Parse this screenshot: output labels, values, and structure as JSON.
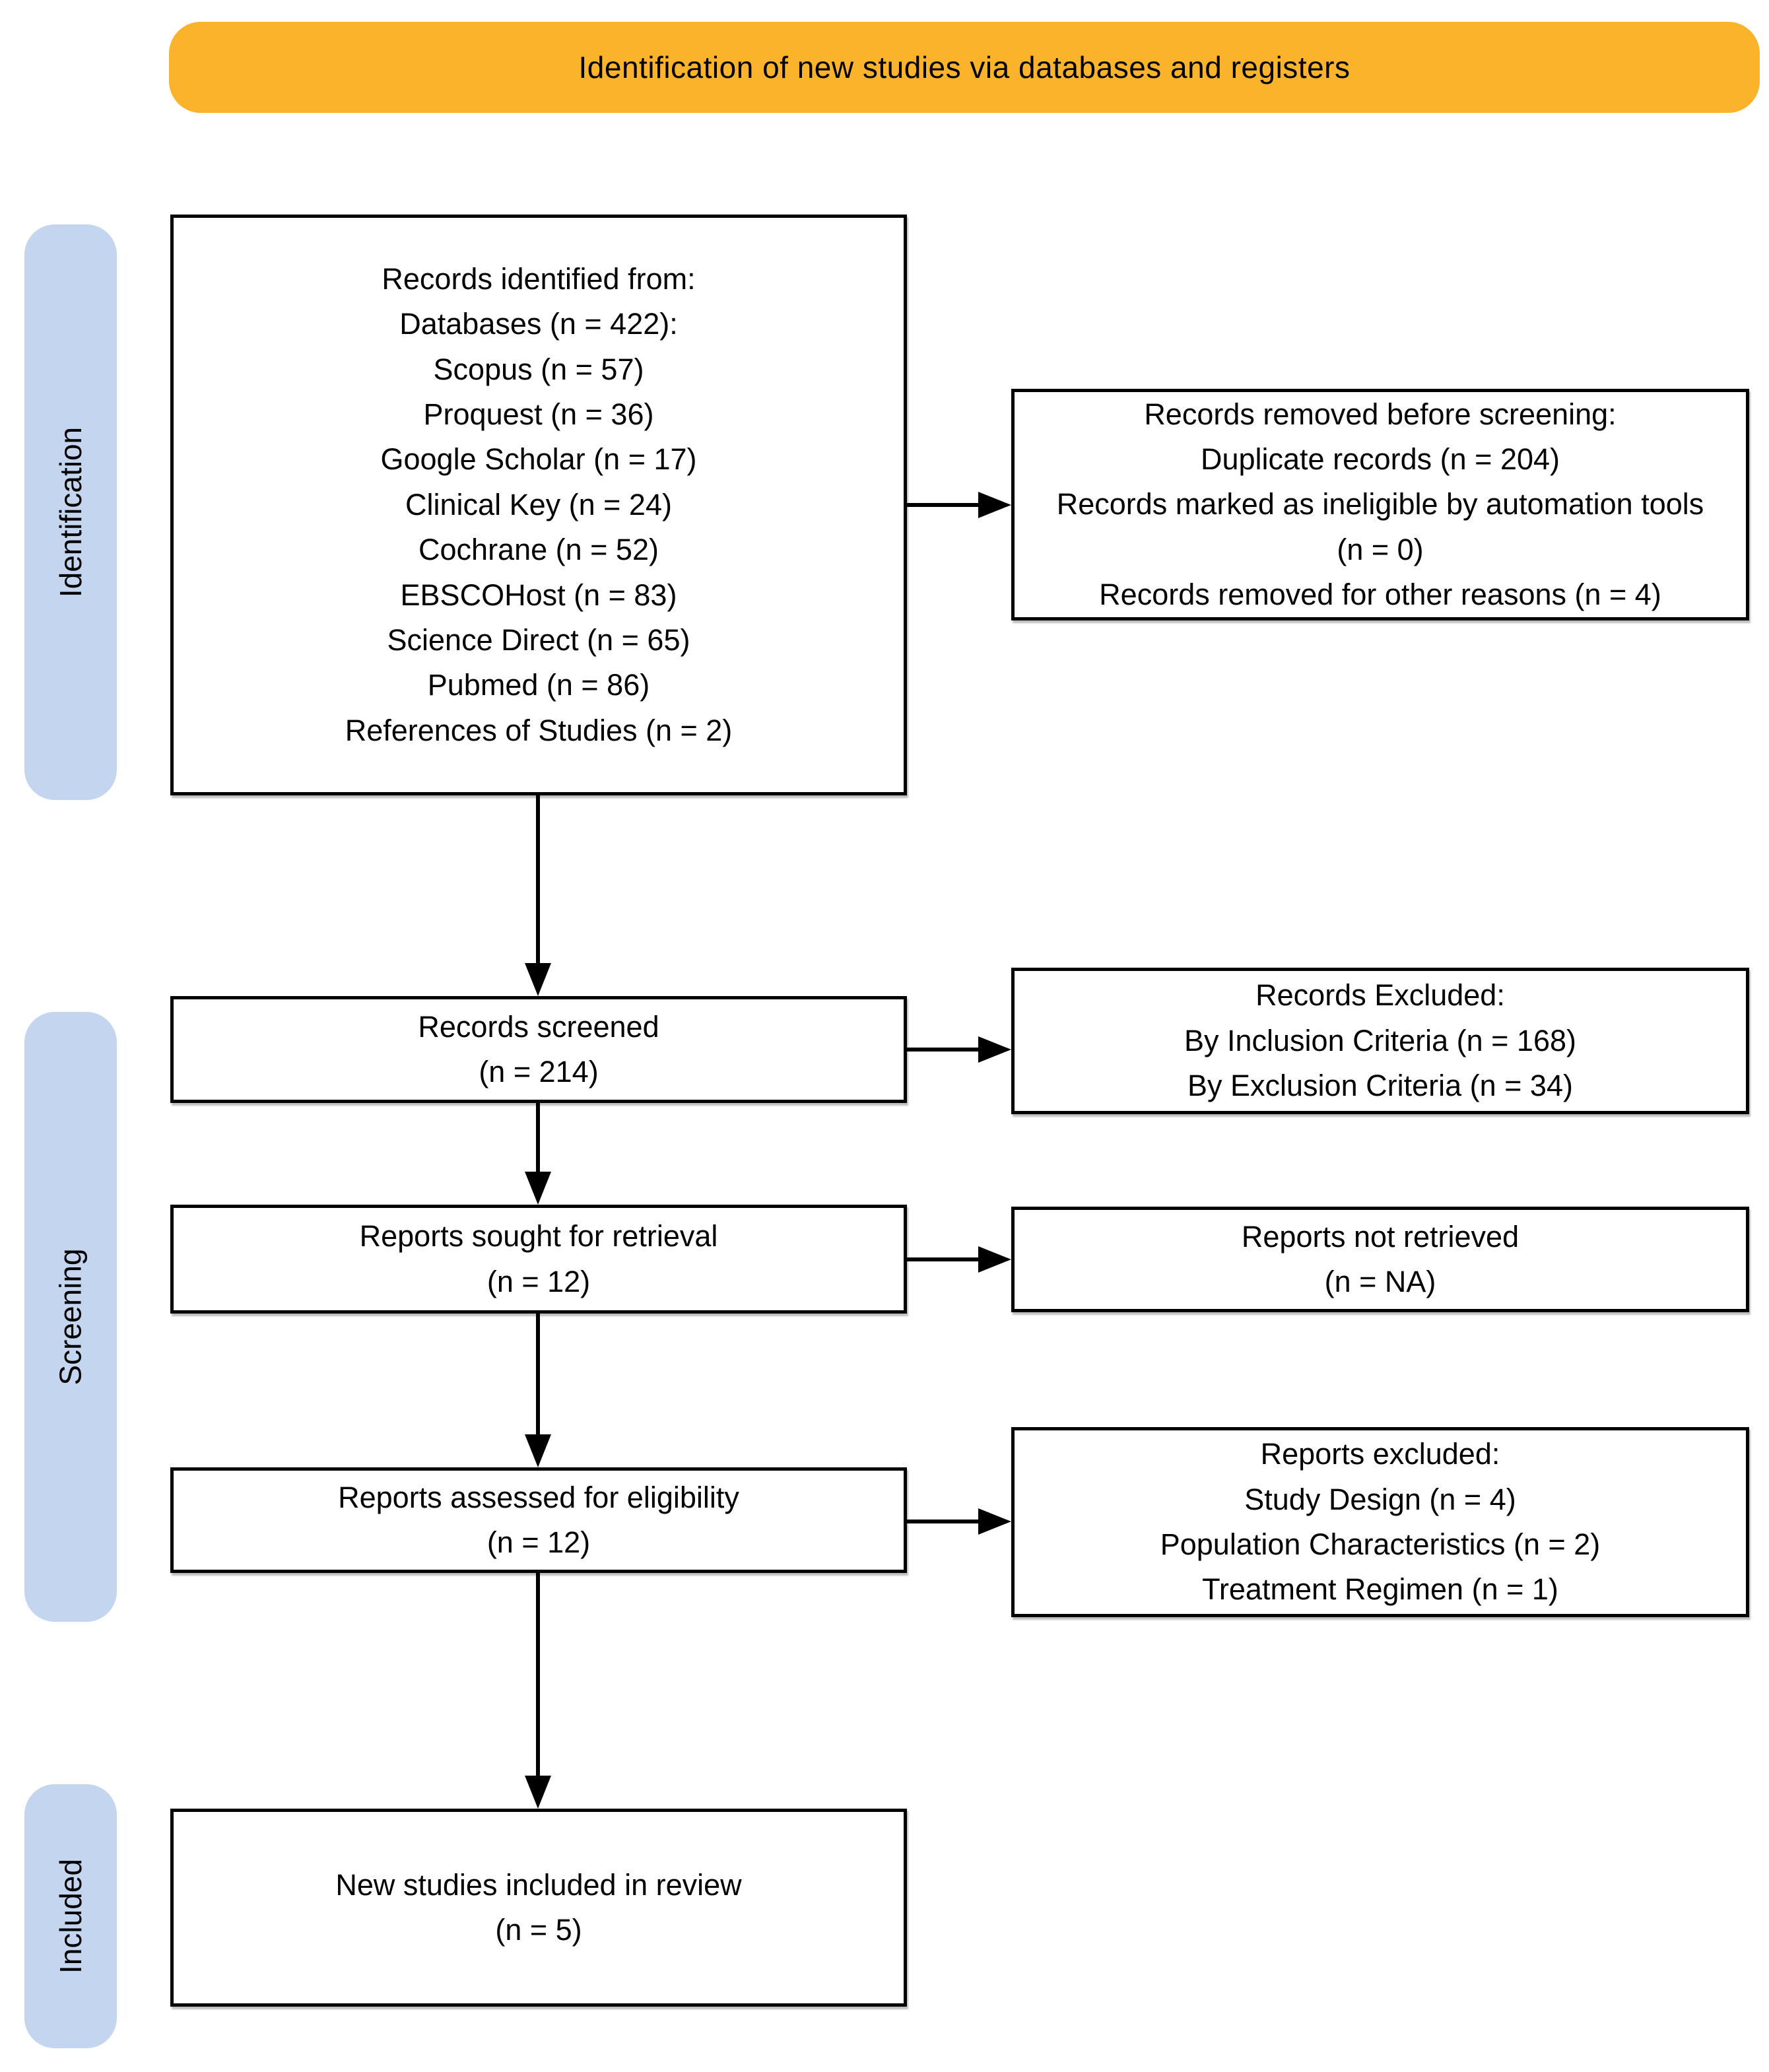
{
  "header": {
    "title": "Identification of new studies via databases and registers"
  },
  "sidebar": {
    "stages": [
      {
        "label": "Identification"
      },
      {
        "label": "Screening"
      },
      {
        "label": "Included"
      }
    ]
  },
  "flow": {
    "identified": {
      "lines": [
        "Records identified from:",
        "Databases (n = 422):",
        "Scopus (n = 57)",
        "Proquest (n = 36)",
        "Google Scholar (n = 17)",
        "Clinical Key (n = 24)",
        "Cochrane (n = 52)",
        "EBSCOHost (n = 83)",
        "Science Direct (n = 65)",
        "Pubmed (n = 86)",
        "References of Studies (n = 2)"
      ]
    },
    "removed_before_screening": {
      "lines": [
        "Records removed before screening:",
        "Duplicate records (n = 204)",
        "Records marked as ineligible by automation tools (n = 0)",
        "Records removed for other reasons (n = 4)"
      ]
    },
    "records_screened": {
      "lines": [
        "Records screened",
        "(n = 214)"
      ]
    },
    "records_excluded": {
      "lines": [
        "Records Excluded:",
        "By Inclusion Criteria (n = 168)",
        "By Exclusion Criteria (n  = 34)"
      ]
    },
    "reports_sought": {
      "lines": [
        "Reports sought for retrieval",
        "(n = 12)"
      ]
    },
    "reports_not_retrieved": {
      "lines": [
        "Reports not retrieved",
        "(n = NA)"
      ]
    },
    "reports_assessed": {
      "lines": [
        "Reports assessed for eligibility",
        "(n = 12)"
      ]
    },
    "reports_excluded": {
      "lines": [
        "Reports excluded:",
        "Study Design (n = 4)",
        "Population Characteristics (n = 2)",
        "Treatment Regimen (n = 1)"
      ]
    },
    "new_studies_included": {
      "lines": [
        "New studies included in review",
        "(n = 5)"
      ]
    }
  },
  "colors": {
    "banner_fill": "#FBB32B",
    "stage_fill": "#C4D5EF",
    "box_fill": "#FFFFFF",
    "line_color": "#000000"
  }
}
